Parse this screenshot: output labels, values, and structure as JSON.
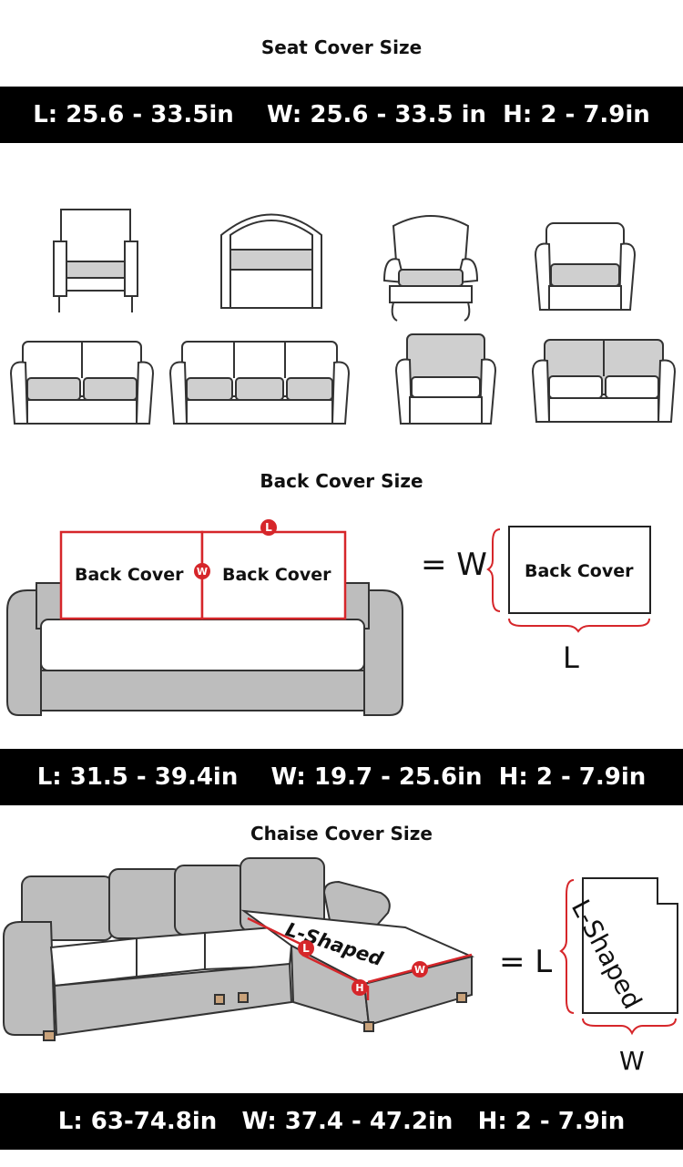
{
  "seat": {
    "title": "Seat Cover Size",
    "dims": "L: 25.6 - 33.5in    W: 25.6 - 33.5 in  H: 2 - 7.9in"
  },
  "back": {
    "title": "Back Cover Size",
    "cover_label": "Back Cover",
    "marker_l": "L",
    "marker_w": "W",
    "eq_w": "= W",
    "eq_l": "L",
    "dims": "L: 31.5 - 39.4in    W: 19.7 - 25.6in  H: 2 - 7.9in"
  },
  "chaise": {
    "title": "Chaise Cover Size",
    "shape_label": "L-Shaped",
    "marker_l": "L",
    "marker_w": "W",
    "marker_h": "H",
    "eq_l": "= L",
    "w_label": "W",
    "dims": "L: 63-74.8in   W: 37.4 - 47.2in   H: 2 - 7.9in"
  },
  "colors": {
    "accent_red": "#d6262a",
    "sofa_gray": "#bdbdbd",
    "cushion_gray": "#cfcfcf",
    "outline": "#333333"
  }
}
